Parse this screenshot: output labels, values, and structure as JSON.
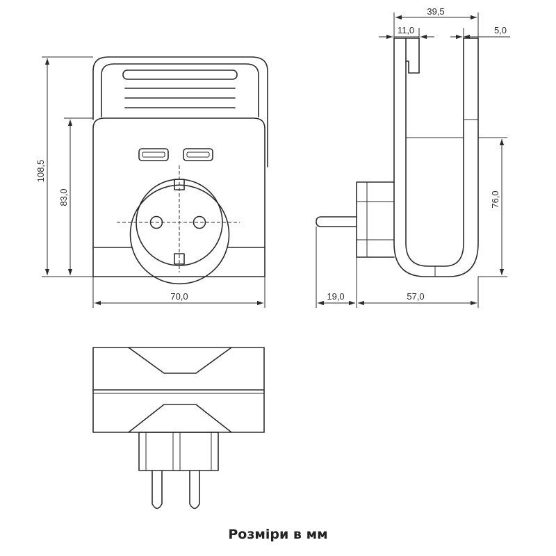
{
  "caption": "Розміри в мм",
  "dimensions": {
    "total_height": "108,5",
    "body_height": "83,0",
    "width": "70,0",
    "overall_depth": "39,5",
    "clip_thickness": "11,0",
    "clip_tip": "5,0",
    "hook_height": "76,0",
    "pin_length": "19,0",
    "side_depth": "57,0"
  }
}
